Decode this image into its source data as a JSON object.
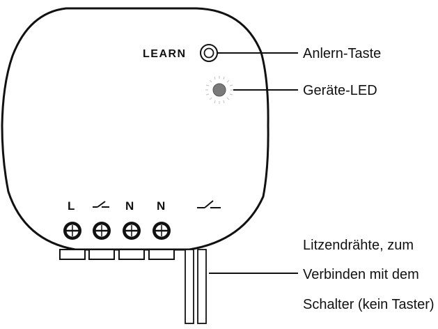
{
  "device": {
    "learn_label": "LEARN",
    "terminals": [
      {
        "label": "L",
        "icon": "terminal-screw-icon"
      },
      {
        "label": "",
        "icon": "switch-symbol-icon"
      },
      {
        "label": "N",
        "icon": "terminal-screw-icon"
      },
      {
        "label": "N",
        "icon": "terminal-screw-icon"
      }
    ],
    "output_symbol_icon": "pushbutton-symbol-icon"
  },
  "callouts": {
    "learn_button": "Anlern-Taste",
    "device_led": "Geräte-LED",
    "wires_line1": "Litzendrähte, zum",
    "wires_line2": "Verbinden mit dem",
    "wires_line3": "Schalter (kein Taster)"
  }
}
